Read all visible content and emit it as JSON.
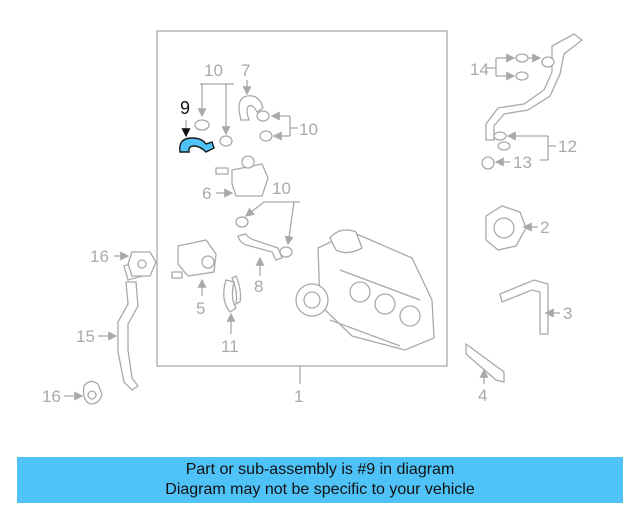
{
  "highlight_color": "#4fc3f7",
  "callouts": {
    "c1": "1",
    "c2": "2",
    "c3": "3",
    "c4": "4",
    "c5": "5",
    "c6": "6",
    "c7": "7",
    "c8": "8",
    "c9": "9",
    "c10a": "10",
    "c10b": "10",
    "c10c": "10",
    "c11": "11",
    "c12": "12",
    "c13": "13",
    "c14": "14",
    "c15": "15",
    "c16a": "16",
    "c16b": "16"
  },
  "banner": {
    "line1": "Part or sub-assembly is #9 in diagram",
    "line2": "Diagram may not be specific to your vehicle"
  }
}
